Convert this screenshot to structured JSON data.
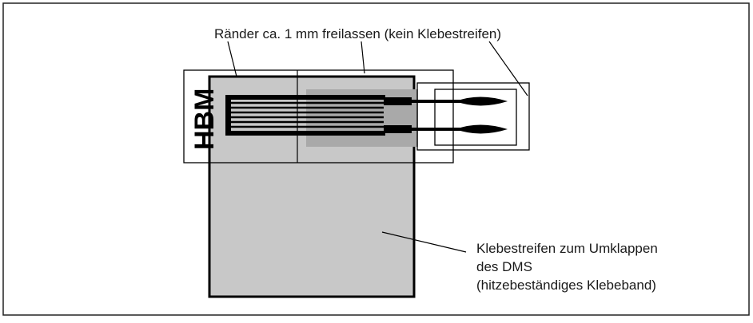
{
  "diagram": {
    "label_top": "Ränder ca. 1 mm freilassen (kein Klebestreifen)",
    "label_bottom_lines": [
      "Klebestreifen zum Umklappen",
      "des DMS",
      "(hitzebeständiges Klebeband)"
    ],
    "logo_text": "HBM",
    "colors": {
      "tape": "#c8c8c8",
      "tape_dark": "#a9a9a9",
      "grid": "#000000",
      "frame": "#000000",
      "background": "#ffffff"
    }
  }
}
